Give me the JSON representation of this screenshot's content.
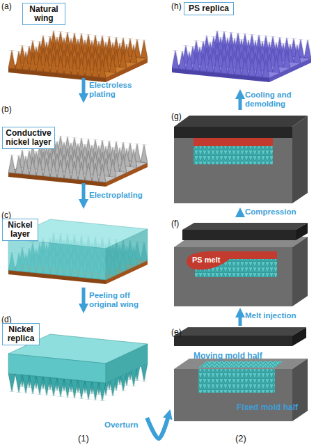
{
  "diagram": {
    "nodes": [
      {
        "text": [
          "(a)"
        ]
      },
      {
        "text": [
          "Natural wing"
        ],
        "in": 0
      },
      {
        "text": [
          "(b)"
        ]
      },
      {
        "text": [
          "Conductive nickel layer"
        ],
        "in": 2
      },
      {
        "text": [
          "(c)"
        ]
      },
      {
        "text": [
          "Nickel layer"
        ],
        "in": 4
      },
      {
        "text": [
          "(d)"
        ]
      },
      {
        "text": [
          "Nickel replica"
        ],
        "in": 6
      },
      {
        "text": [
          "(e)",
          "Moving mold half",
          "Fixed mold half"
        ]
      },
      {
        "text": [
          "(f)",
          "PS melt"
        ]
      },
      {
        "text": [
          "(g)"
        ]
      },
      {
        "text": [
          "(h)"
        ]
      },
      {
        "text": [
          "PS replica"
        ],
        "in": 11
      }
    ],
    "edges": [
      {
        "from": 0,
        "to": 2,
        "arrow": "to",
        "label": "Electroless plating"
      },
      {
        "from": 2,
        "to": 4,
        "arrow": "to",
        "label": "Electroplating"
      },
      {
        "from": 4,
        "to": 6,
        "arrow": "to",
        "label": "Peeling off original wing"
      },
      {
        "from": 6,
        "to": 8,
        "arrow": "to",
        "label": "Overturn"
      },
      {
        "from": 8,
        "to": 9,
        "arrow": "to",
        "label": "Melt injection"
      },
      {
        "from": 9,
        "to": 10,
        "arrow": "to",
        "label": "Compression"
      },
      {
        "from": 10,
        "to": 11,
        "arrow": "to",
        "label": "Cooling and demolding"
      }
    ],
    "labels": [
      "(1)",
      "(2)"
    ]
  }
}
